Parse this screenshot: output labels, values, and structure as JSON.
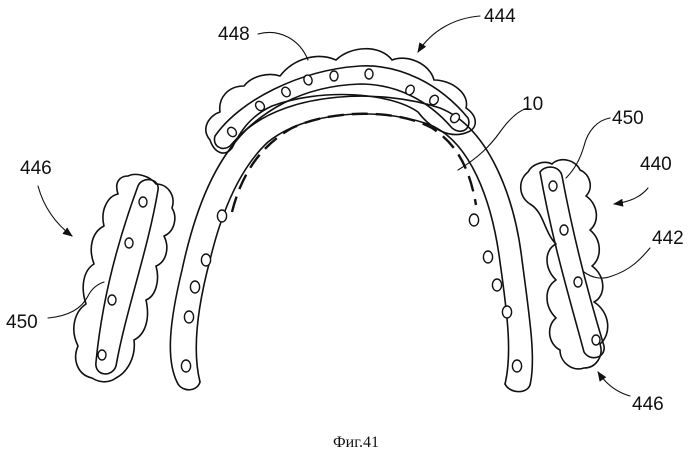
{
  "labels": {
    "l444": "444",
    "l448": "448",
    "l10": "10",
    "l450_right": "450",
    "l440": "440",
    "l442": "442",
    "l446_right": "446",
    "l446_left": "446",
    "l450_left": "450"
  },
  "caption": "Фиг.41"
}
